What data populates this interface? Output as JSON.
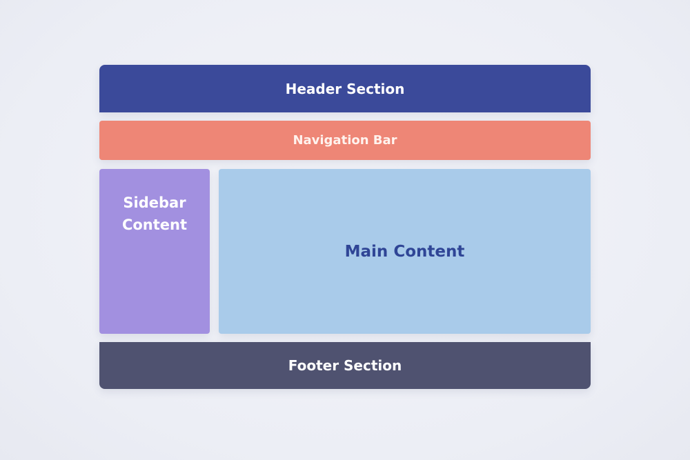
{
  "layout_diagram": {
    "header": {
      "label": "Header Section",
      "color": "#3b4a9a"
    },
    "navigation": {
      "label": "Navigation Bar",
      "color": "#ee8676"
    },
    "sidebar": {
      "label": "Sidebar Content",
      "color": "#a290e0"
    },
    "main": {
      "label": "Main Content",
      "color": "#a9cbea",
      "text_color": "#2f4596"
    },
    "footer": {
      "label": "Footer Section",
      "color": "#4f5270"
    }
  }
}
